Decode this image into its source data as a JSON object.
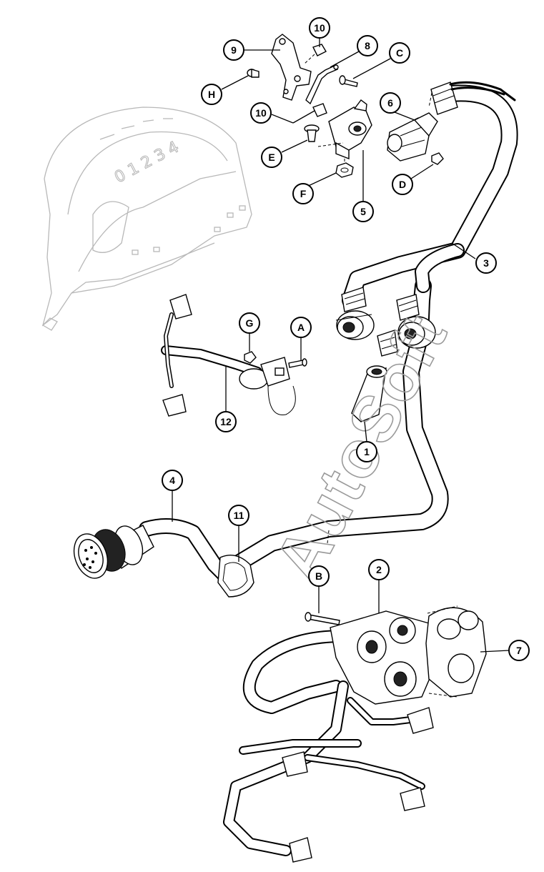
{
  "watermark": "AutoSoft",
  "shifter_cover_markings": "0 1 2 3 4",
  "callouts": {
    "c1": "1",
    "c2": "2",
    "c3": "3",
    "c4": "4",
    "c5": "5",
    "c6": "6",
    "c7": "7",
    "c8": "8",
    "c9": "9",
    "c10a": "10",
    "c10b": "10",
    "c11": "11",
    "c12": "12",
    "cA": "A",
    "cB": "B",
    "cC": "C",
    "cD": "D",
    "cE": "E",
    "cF": "F",
    "cG": "G",
    "cH": "H"
  }
}
